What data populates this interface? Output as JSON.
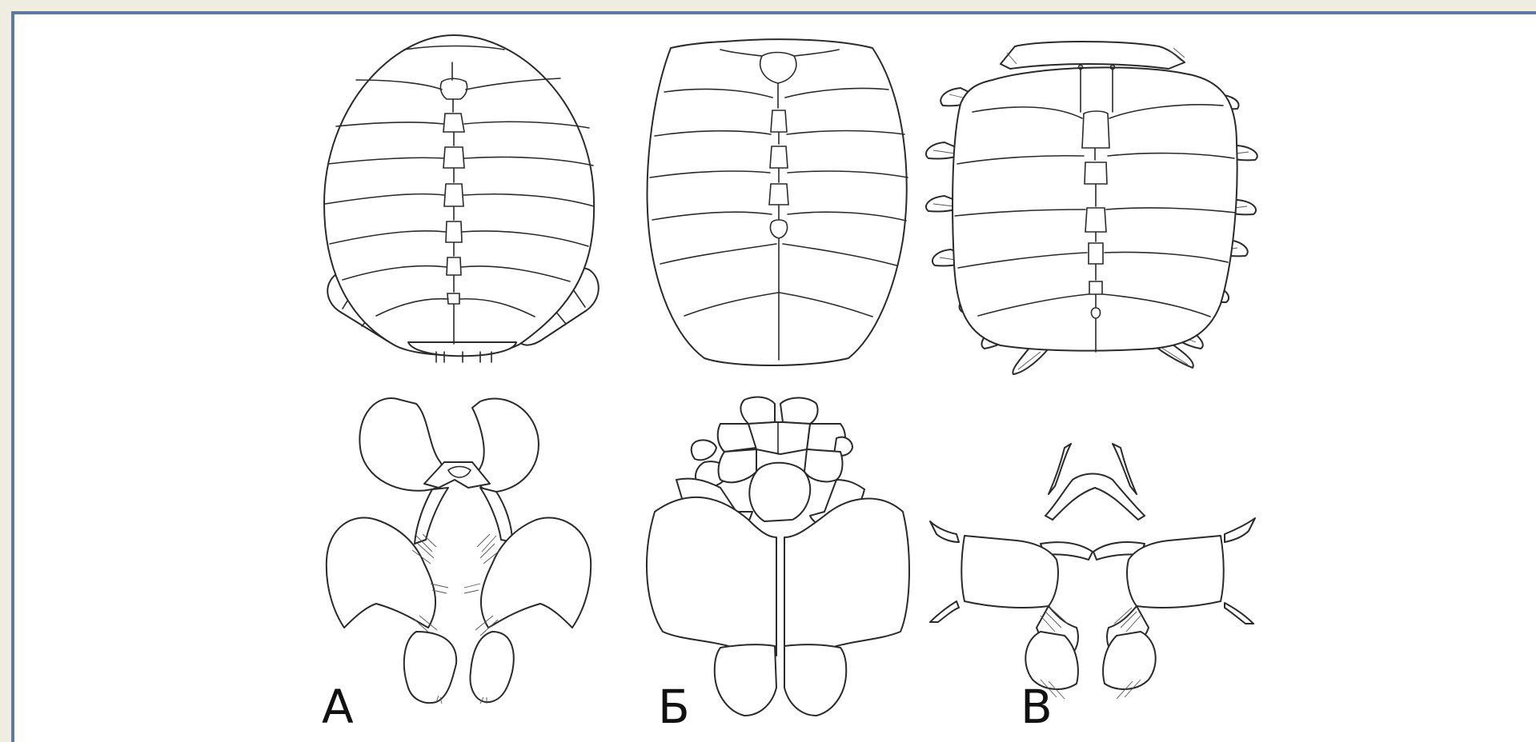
{
  "panels": [
    {
      "id": "a",
      "label": "А"
    },
    {
      "id": "b",
      "label": "Б"
    },
    {
      "id": "c",
      "label": "В"
    }
  ],
  "colors": {
    "frame_border": "#5d7aa0",
    "page_background": "#efece2",
    "figure_background": "#ffffff",
    "line": "#2a2a2a"
  }
}
